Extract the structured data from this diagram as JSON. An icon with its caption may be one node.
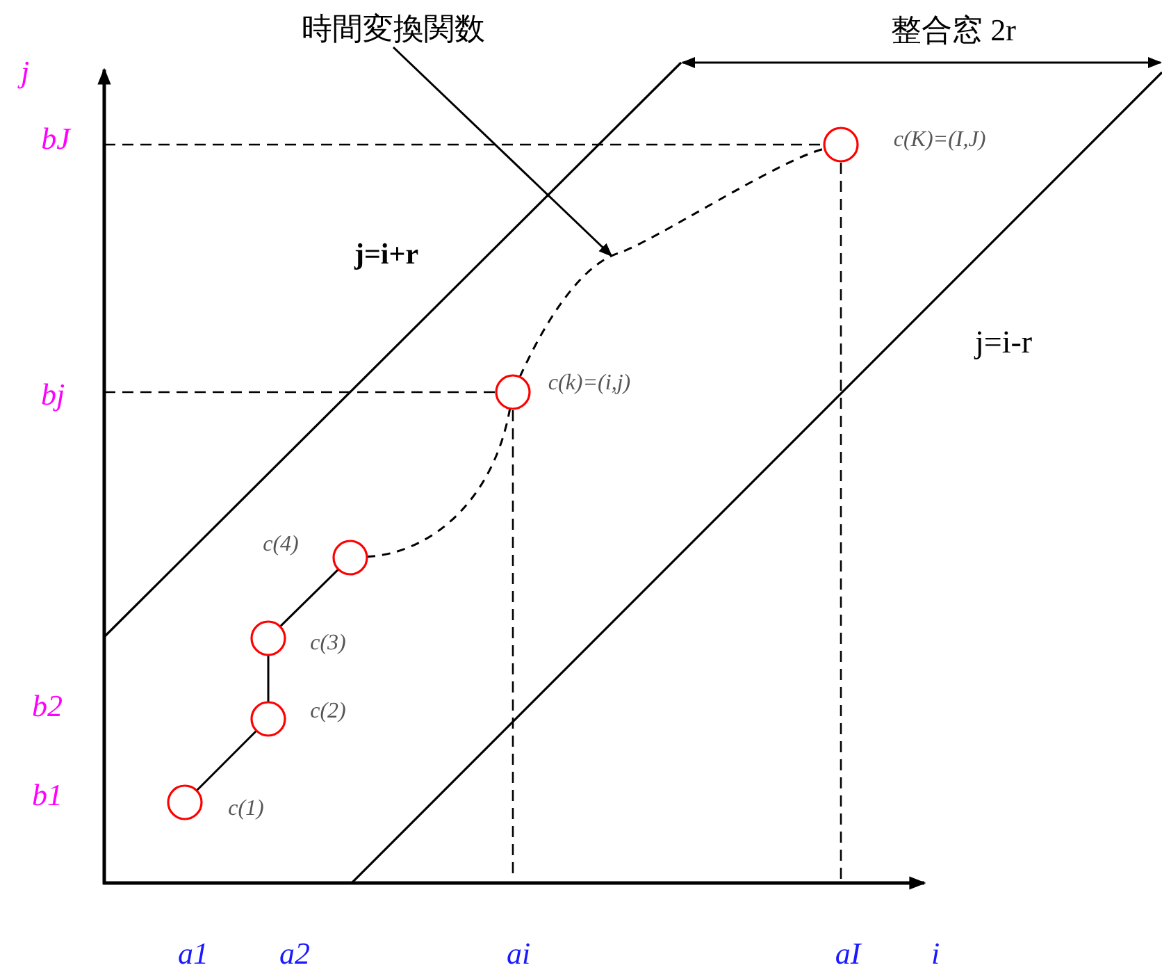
{
  "diagram": {
    "nodes": [
      {
        "text": [],
        "shape": "circle",
        "beside": [
          "c(1)"
        ]
      },
      {
        "text": [],
        "shape": "circle",
        "beside": [
          "c(2)"
        ]
      },
      {
        "text": [],
        "shape": "circle",
        "beside": [
          "c(3)"
        ]
      },
      {
        "text": [],
        "shape": "circle",
        "beside": [
          "c(4)"
        ]
      },
      {
        "text": [],
        "shape": "circle",
        "beside": [
          "c(k)=(i,j)"
        ]
      },
      {
        "text": [],
        "shape": "circle",
        "beside": [
          "c(K)=(I,J)"
        ]
      },
      {
        "text": [
          "時間変換関数"
        ]
      }
    ],
    "edges": [
      {
        "from": 0,
        "to": 1,
        "arrow": "none"
      },
      {
        "from": 1,
        "to": 2,
        "arrow": "none"
      },
      {
        "from": 2,
        "to": 3,
        "arrow": "none"
      },
      {
        "from": 3,
        "to": 4,
        "arrow": "none",
        "style": "dashed"
      },
      {
        "from": 4,
        "to": 5,
        "arrow": "none",
        "style": "dashed"
      },
      {
        "from": 6,
        "to": null,
        "arrow": "to"
      }
    ],
    "labels": [
      "整合窓 2r",
      "j",
      "bJ",
      "j=i+r",
      "j=i-r",
      "bj",
      "b2",
      "b1",
      "a1",
      "a2",
      "ai",
      "aI",
      "i"
    ]
  }
}
